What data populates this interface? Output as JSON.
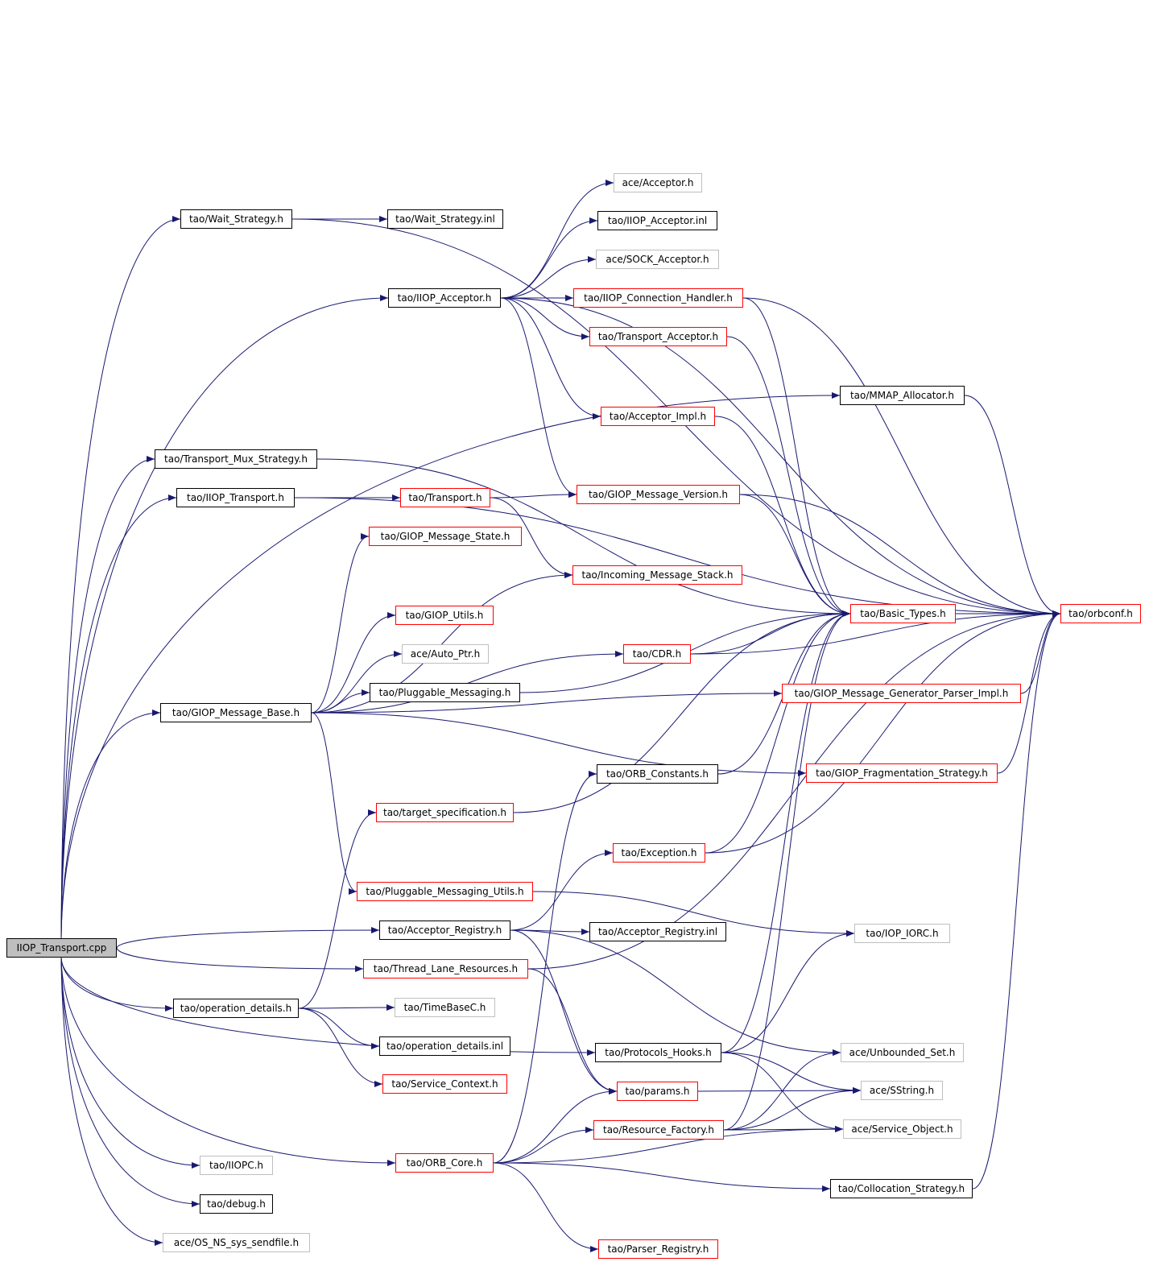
{
  "style": {
    "edge_color": "#191970",
    "border_black": "#000000",
    "border_red": "#ff0000",
    "border_gray": "#bfbfbf",
    "root_fill": "#bfbfbf"
  },
  "nodes": [
    {
      "id": "root",
      "label": "IIOP_Transport.cpp",
      "kind": "root"
    },
    {
      "id": "wait",
      "label": "tao/Wait_Strategy.h",
      "kind": "black"
    },
    {
      "id": "waitinl",
      "label": "tao/Wait_Strategy.inl",
      "kind": "black"
    },
    {
      "id": "acc",
      "label": "ace/Acceptor.h",
      "kind": "gray"
    },
    {
      "id": "iiopaccinl",
      "label": "tao/IIOP_Acceptor.inl",
      "kind": "black"
    },
    {
      "id": "sockacc",
      "label": "ace/SOCK_Acceptor.h",
      "kind": "gray"
    },
    {
      "id": "iiopacc",
      "label": "tao/IIOP_Acceptor.h",
      "kind": "black"
    },
    {
      "id": "iiopconn",
      "label": "tao/IIOP_Connection_Handler.h",
      "kind": "red"
    },
    {
      "id": "transacc",
      "label": "tao/Transport_Acceptor.h",
      "kind": "red"
    },
    {
      "id": "mmap",
      "label": "tao/MMAP_Allocator.h",
      "kind": "black"
    },
    {
      "id": "accimpl",
      "label": "tao/Acceptor_Impl.h",
      "kind": "red"
    },
    {
      "id": "muxs",
      "label": "tao/Transport_Mux_Strategy.h",
      "kind": "black"
    },
    {
      "id": "iioptr",
      "label": "tao/IIOP_Transport.h",
      "kind": "black"
    },
    {
      "id": "transport",
      "label": "tao/Transport.h",
      "kind": "red"
    },
    {
      "id": "giopver",
      "label": "tao/GIOP_Message_Version.h",
      "kind": "red"
    },
    {
      "id": "giopstate",
      "label": "tao/GIOP_Message_State.h",
      "kind": "red"
    },
    {
      "id": "incstack",
      "label": "tao/Incoming_Message_Stack.h",
      "kind": "red"
    },
    {
      "id": "basic",
      "label": "tao/Basic_Types.h",
      "kind": "red"
    },
    {
      "id": "orbconf",
      "label": "tao/orbconf.h",
      "kind": "red"
    },
    {
      "id": "giopu",
      "label": "tao/GIOP_Utils.h",
      "kind": "red"
    },
    {
      "id": "autoptr",
      "label": "ace/Auto_Ptr.h",
      "kind": "gray"
    },
    {
      "id": "cdr",
      "label": "tao/CDR.h",
      "kind": "red"
    },
    {
      "id": "plugmsg",
      "label": "tao/Pluggable_Messaging.h",
      "kind": "black"
    },
    {
      "id": "gmgpi",
      "label": "tao/GIOP_Message_Generator_Parser_Impl.h",
      "kind": "red"
    },
    {
      "id": "gmb",
      "label": "tao/GIOP_Message_Base.h",
      "kind": "black"
    },
    {
      "id": "orbconst",
      "label": "tao/ORB_Constants.h",
      "kind": "black"
    },
    {
      "id": "fragst",
      "label": "tao/GIOP_Fragmentation_Strategy.h",
      "kind": "red"
    },
    {
      "id": "targspec",
      "label": "tao/target_specification.h",
      "kind": "red"
    },
    {
      "id": "exc",
      "label": "tao/Exception.h",
      "kind": "red"
    },
    {
      "id": "plugutils",
      "label": "tao/Pluggable_Messaging_Utils.h",
      "kind": "red"
    },
    {
      "id": "accreg",
      "label": "tao/Acceptor_Registry.h",
      "kind": "black"
    },
    {
      "id": "accreginl",
      "label": "tao/Acceptor_Registry.inl",
      "kind": "black"
    },
    {
      "id": "ioporc",
      "label": "tao/IOP_IORC.h",
      "kind": "gray"
    },
    {
      "id": "tlr",
      "label": "tao/Thread_Lane_Resources.h",
      "kind": "red"
    },
    {
      "id": "opdet",
      "label": "tao/operation_details.h",
      "kind": "black"
    },
    {
      "id": "timebase",
      "label": "tao/TimeBaseC.h",
      "kind": "gray"
    },
    {
      "id": "opdetinl",
      "label": "tao/operation_details.inl",
      "kind": "black"
    },
    {
      "id": "prothooks",
      "label": "tao/Protocols_Hooks.h",
      "kind": "black"
    },
    {
      "id": "unbset",
      "label": "ace/Unbounded_Set.h",
      "kind": "gray"
    },
    {
      "id": "svcctx",
      "label": "tao/Service_Context.h",
      "kind": "red"
    },
    {
      "id": "params",
      "label": "tao/params.h",
      "kind": "red"
    },
    {
      "id": "sstring",
      "label": "ace/SString.h",
      "kind": "gray"
    },
    {
      "id": "resfact",
      "label": "tao/Resource_Factory.h",
      "kind": "red"
    },
    {
      "id": "svcobj",
      "label": "ace/Service_Object.h",
      "kind": "gray"
    },
    {
      "id": "iiopc",
      "label": "tao/IIOPC.h",
      "kind": "gray"
    },
    {
      "id": "orbcore",
      "label": "tao/ORB_Core.h",
      "kind": "red"
    },
    {
      "id": "colloc",
      "label": "tao/Collocation_Strategy.h",
      "kind": "black"
    },
    {
      "id": "debug",
      "label": "tao/debug.h",
      "kind": "black"
    },
    {
      "id": "ossend",
      "label": "ace/OS_NS_sys_sendfile.h",
      "kind": "gray"
    },
    {
      "id": "parsreg",
      "label": "tao/Parser_Registry.h",
      "kind": "red"
    }
  ],
  "edges": [
    [
      "root",
      "wait"
    ],
    [
      "root",
      "iiopacc"
    ],
    [
      "root",
      "mmap"
    ],
    [
      "root",
      "muxs"
    ],
    [
      "root",
      "iioptr"
    ],
    [
      "root",
      "gmb"
    ],
    [
      "root",
      "accreg"
    ],
    [
      "root",
      "tlr"
    ],
    [
      "root",
      "opdet"
    ],
    [
      "root",
      "prothooks"
    ],
    [
      "root",
      "iiopc"
    ],
    [
      "root",
      "orbcore"
    ],
    [
      "root",
      "debug"
    ],
    [
      "root",
      "ossend"
    ],
    [
      "wait",
      "waitinl"
    ],
    [
      "wait",
      "orbconf"
    ],
    [
      "iiopacc",
      "acc"
    ],
    [
      "iiopacc",
      "iiopaccinl"
    ],
    [
      "iiopacc",
      "sockacc"
    ],
    [
      "iiopacc",
      "iiopconn"
    ],
    [
      "iiopacc",
      "transacc"
    ],
    [
      "iiopacc",
      "accimpl"
    ],
    [
      "iiopacc",
      "giopver"
    ],
    [
      "iiopacc",
      "orbconf"
    ],
    [
      "iiopconn",
      "basic"
    ],
    [
      "iiopconn",
      "orbconf"
    ],
    [
      "transacc",
      "basic"
    ],
    [
      "accimpl",
      "basic"
    ],
    [
      "mmap",
      "orbconf"
    ],
    [
      "muxs",
      "basic"
    ],
    [
      "iioptr",
      "transport"
    ],
    [
      "iioptr",
      "orbconf"
    ],
    [
      "transport",
      "incstack"
    ],
    [
      "transport",
      "giopver"
    ],
    [
      "giopver",
      "basic"
    ],
    [
      "giopver",
      "orbconf"
    ],
    [
      "gmb",
      "giopstate"
    ],
    [
      "gmb",
      "incstack"
    ],
    [
      "gmb",
      "giopu"
    ],
    [
      "gmb",
      "autoptr"
    ],
    [
      "gmb",
      "plugmsg"
    ],
    [
      "gmb",
      "gmgpi"
    ],
    [
      "gmb",
      "fragst"
    ],
    [
      "gmb",
      "plugutils"
    ],
    [
      "gmb",
      "cdr"
    ],
    [
      "plugmsg",
      "basic"
    ],
    [
      "cdr",
      "basic"
    ],
    [
      "cdr",
      "orbconf"
    ],
    [
      "basic",
      "orbconf"
    ],
    [
      "gmgpi",
      "orbconf"
    ],
    [
      "fragst",
      "orbconf"
    ],
    [
      "orbconst",
      "basic"
    ],
    [
      "targspec",
      "basic"
    ],
    [
      "exc",
      "basic"
    ],
    [
      "exc",
      "orbconf"
    ],
    [
      "plugutils",
      "ioporc"
    ],
    [
      "accreg",
      "accreginl"
    ],
    [
      "accreg",
      "exc"
    ],
    [
      "accreg",
      "unbset"
    ],
    [
      "accreg",
      "params"
    ],
    [
      "tlr",
      "orbconf"
    ],
    [
      "tlr",
      "params"
    ],
    [
      "opdet",
      "timebase"
    ],
    [
      "opdet",
      "opdetinl"
    ],
    [
      "opdet",
      "svcctx"
    ],
    [
      "opdet",
      "targspec"
    ],
    [
      "prothooks",
      "ioporc"
    ],
    [
      "prothooks",
      "sstring"
    ],
    [
      "prothooks",
      "svcobj"
    ],
    [
      "prothooks",
      "basic"
    ],
    [
      "params",
      "sstring"
    ],
    [
      "resfact",
      "svcobj"
    ],
    [
      "resfact",
      "unbset"
    ],
    [
      "resfact",
      "sstring"
    ],
    [
      "resfact",
      "basic"
    ],
    [
      "orbcore",
      "resfact"
    ],
    [
      "orbcore",
      "params"
    ],
    [
      "orbcore",
      "svcobj"
    ],
    [
      "orbcore",
      "colloc"
    ],
    [
      "orbcore",
      "parsreg"
    ],
    [
      "orbcore",
      "orbconst"
    ],
    [
      "colloc",
      "orbconf"
    ]
  ]
}
